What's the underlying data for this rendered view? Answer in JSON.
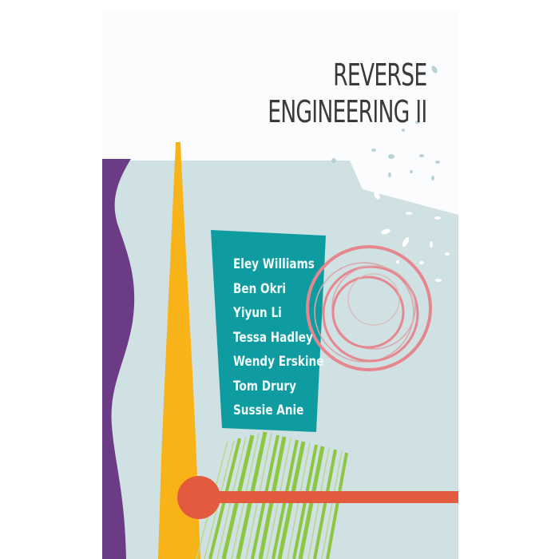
{
  "book": {
    "title_line1": "REVERSE",
    "title_line2": "ENGINEERING II",
    "authors": [
      "Eley Williams",
      "Ben Okri",
      "Yiyun Li",
      "Tessa Hadley",
      "Wendy Erskine",
      "Tom Drury",
      "Sussie Anie"
    ]
  },
  "colors": {
    "background": "#ffffff",
    "cover_top": "#fbfcfd",
    "cover_panel": "#cfe1e2",
    "purple": "#6c3b86",
    "yellow": "#f7b318",
    "teal": "#0f9ca1",
    "pink": "#e6868e",
    "green": "#8dc63f",
    "red": "#e45a3e",
    "title_text": "#3a3a3c",
    "author_text": "#f2fbfb"
  }
}
